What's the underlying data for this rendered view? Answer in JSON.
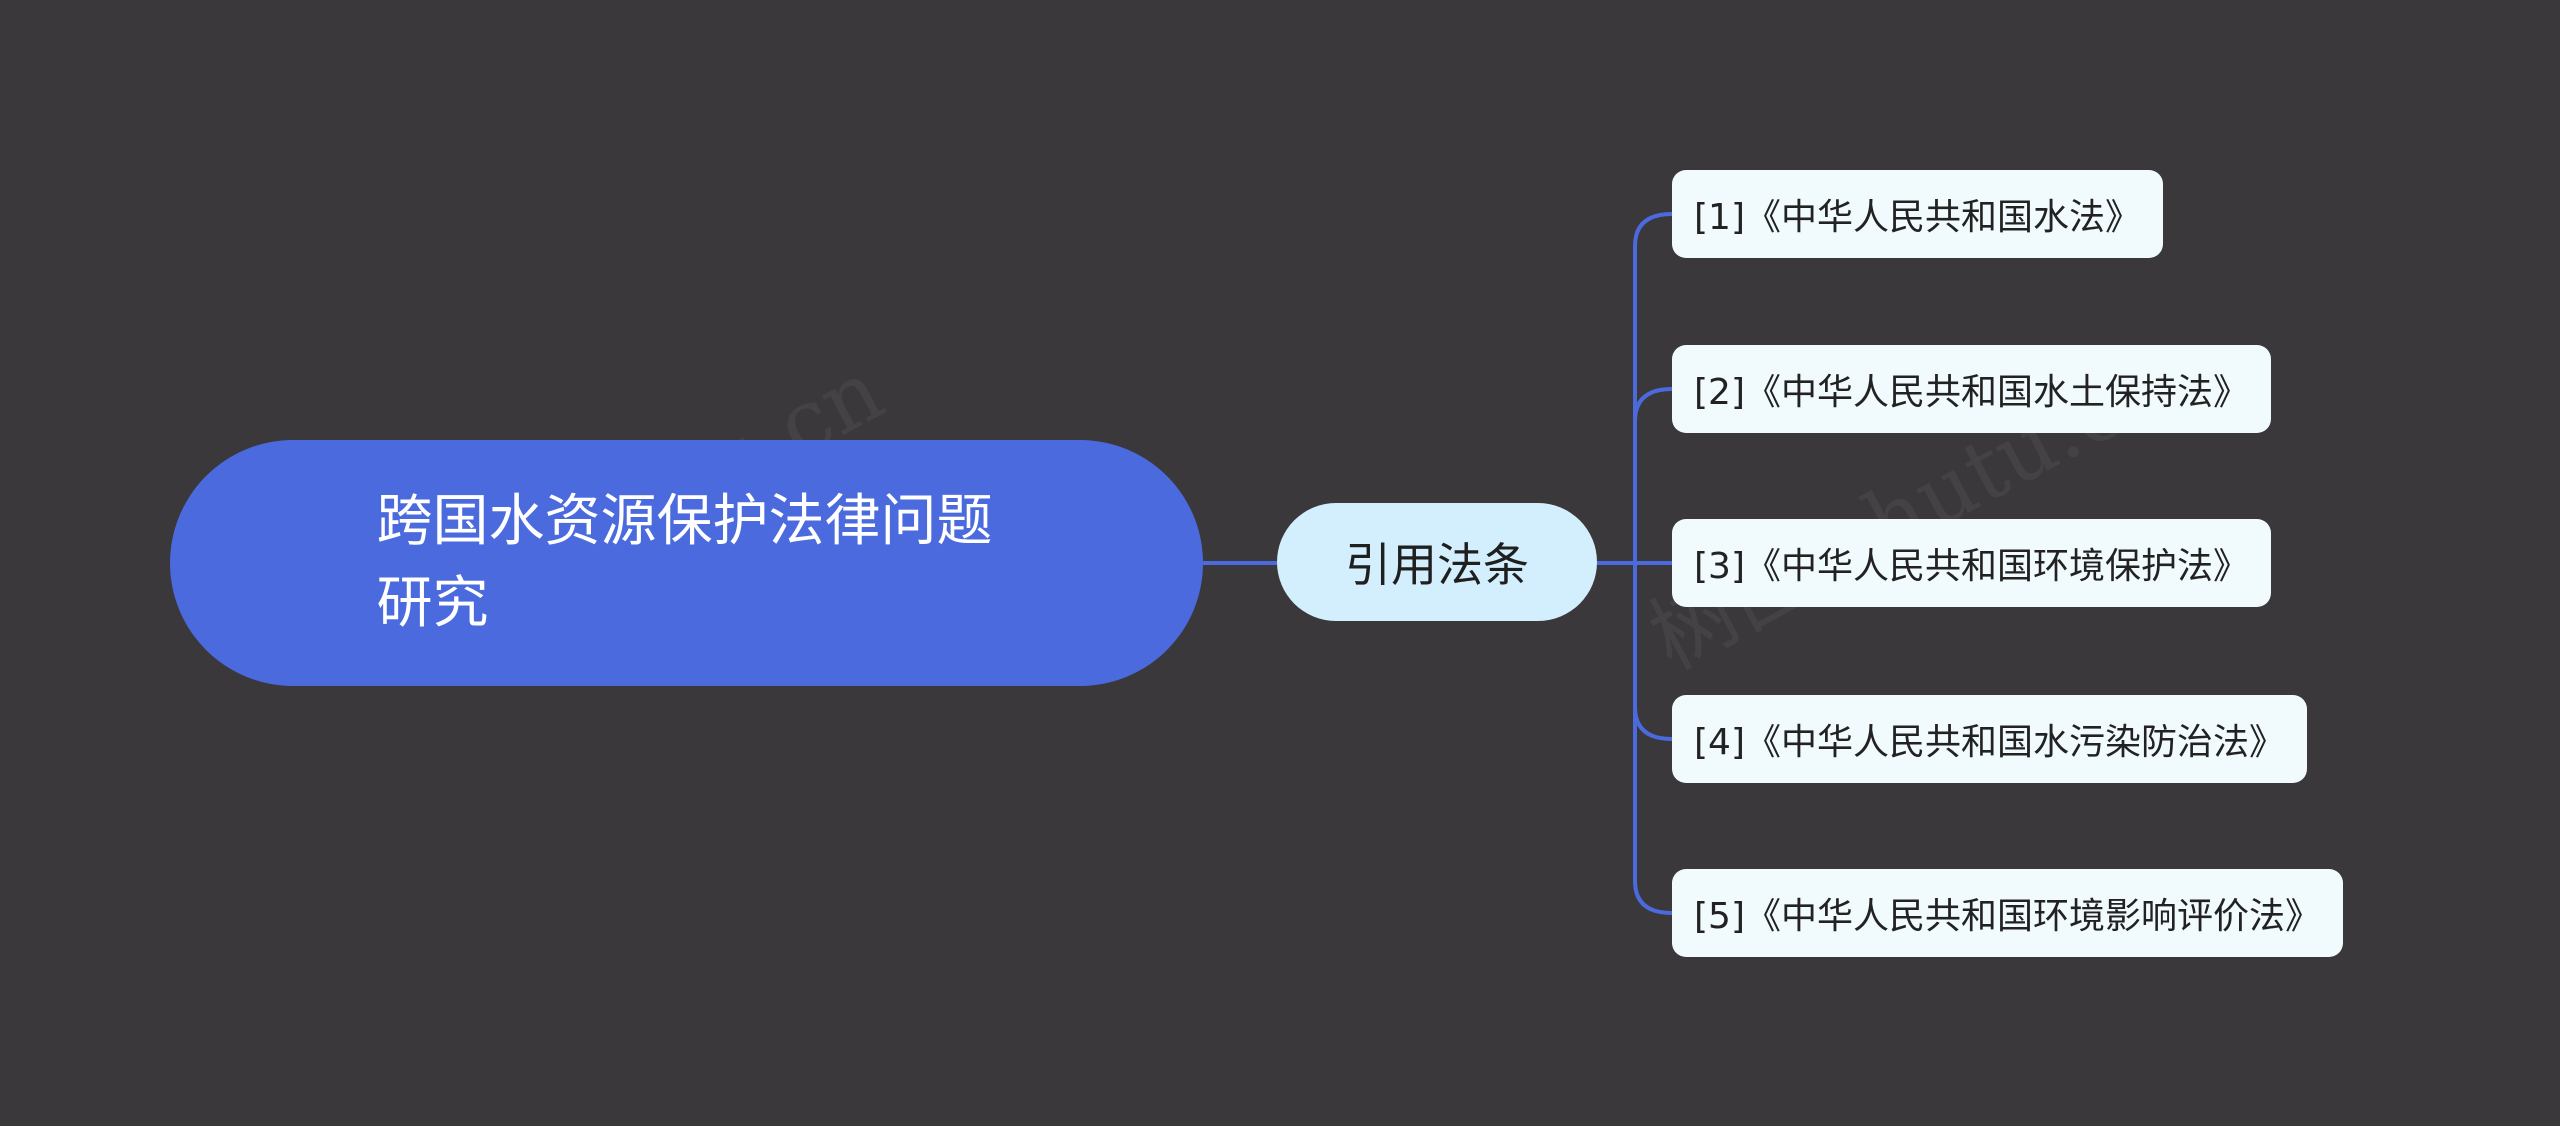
{
  "root": {
    "title_line1": "跨国水资源保护法律问题",
    "title_line2": "研究"
  },
  "branch": {
    "label": "引用法条"
  },
  "leaves": [
    {
      "label": "[1]《中华人民共和国水法》"
    },
    {
      "label": "[2]《中华人民共和国水土保持法》"
    },
    {
      "label": "[3]《中华人民共和国环境保护法》"
    },
    {
      "label": "[4]《中华人民共和国水污染防治法》"
    },
    {
      "label": "[5]《中华人民共和国环境影响评价法》"
    }
  ],
  "watermark": {
    "text1": "树图 shutu.cn",
    "text2": "树图 shutu.cn"
  },
  "colors": {
    "background": "#3a383b",
    "root_fill": "#4b6ade",
    "branch_fill": "#d3effd",
    "leaf_fill": "#f1fafd",
    "connector": "#4b6ade"
  }
}
